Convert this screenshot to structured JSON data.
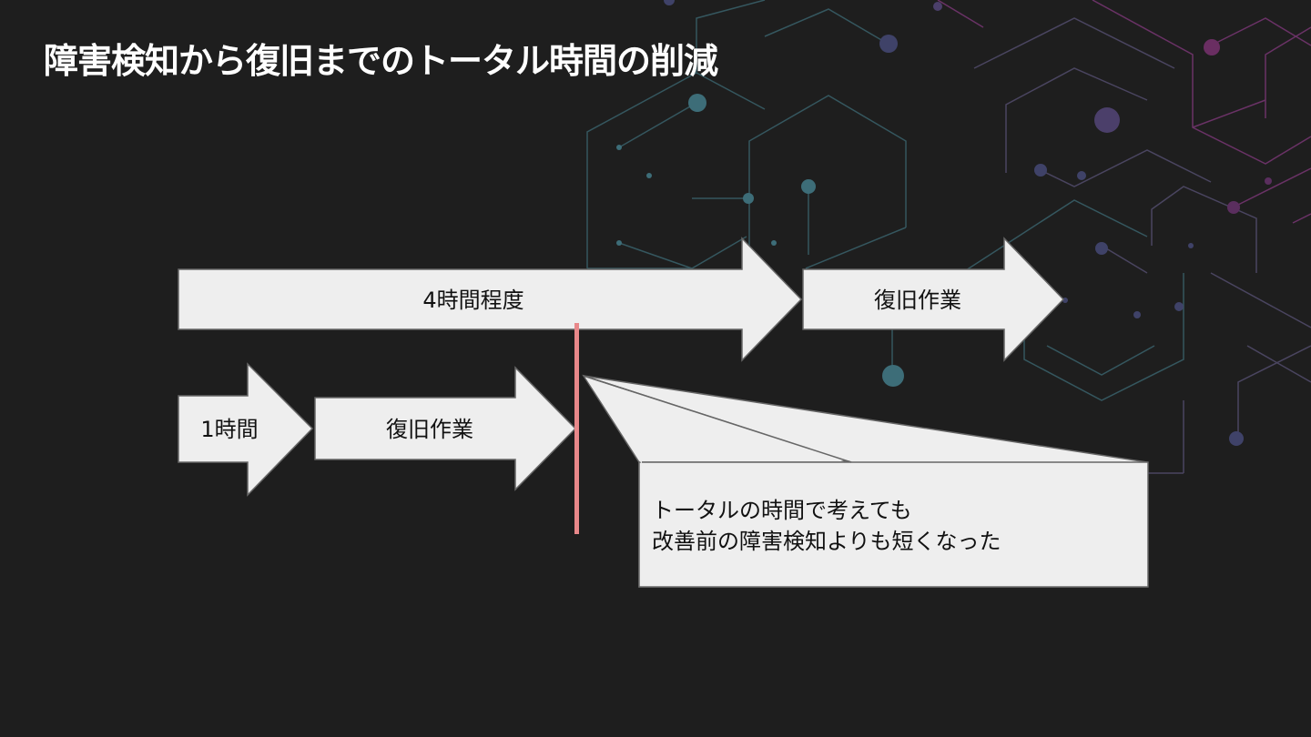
{
  "slide": {
    "title": "障害検知から復旧までのトータル時間の削減",
    "before": {
      "detection_label": "4時間程度",
      "recovery_label": "復旧作業"
    },
    "after": {
      "detection_label": "1時間",
      "recovery_label": "復旧作業"
    },
    "callout": {
      "line1": "トータルの時間で考えても",
      "line2": "改善前の障害検知よりも短くなった"
    }
  },
  "colors": {
    "background": "#1e1e1e",
    "arrow_fill": "#eeeeee",
    "arrow_border": "#666666",
    "marker_line": "#e8888a",
    "network_teal": "#3d6d78",
    "network_purple": "#7a3a78"
  }
}
